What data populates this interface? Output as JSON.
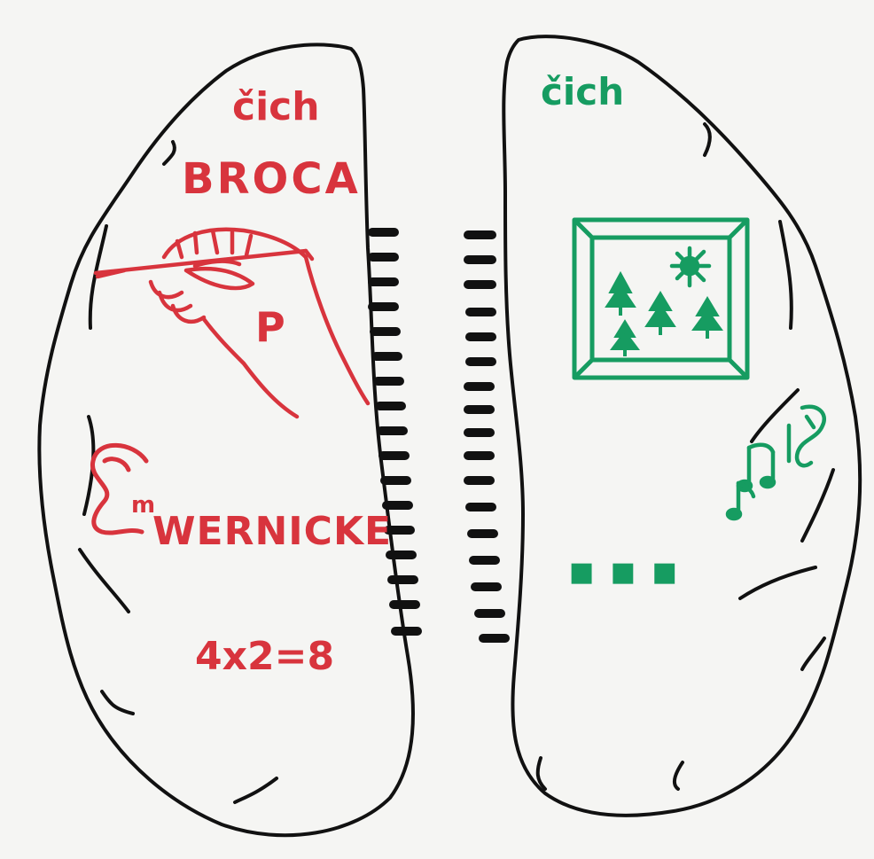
{
  "colors": {
    "paper": "#f5f5f3",
    "outline": "#111111",
    "left_text": "#d8343d",
    "right_text": "#169c61"
  },
  "left_hemisphere": {
    "smell_label": "čich",
    "broca_label": "BROCA",
    "writing_letter": "P",
    "ear_letter": "m",
    "wernicke_label": "WERNICKE",
    "math_label": "4x2=8"
  },
  "right_hemisphere": {
    "smell_label": "čich",
    "ellipsis_label": "■ ■ ■",
    "icons": [
      "picture-frame-icon",
      "sun-icon",
      "tree-icon",
      "music-notes-icon"
    ]
  }
}
